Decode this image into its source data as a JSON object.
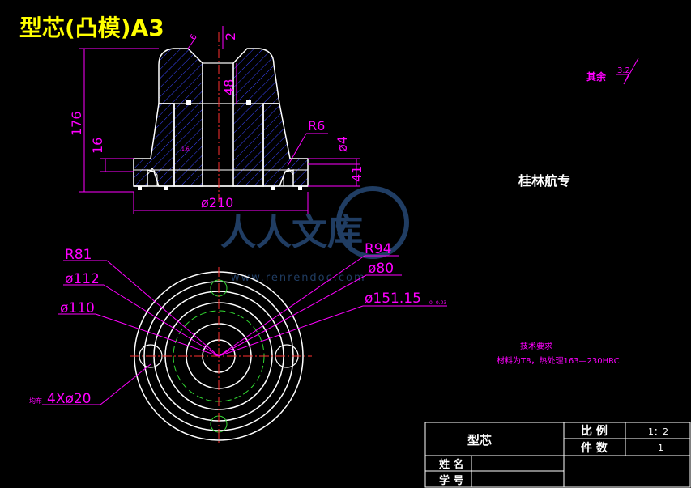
{
  "drawing": {
    "title": "型芯(凸模)A3",
    "remainder_label": "其余",
    "remainder_roughness": "3.2",
    "school": "桂林航专",
    "watermark": {
      "brand": "人人文库",
      "url": "www.renrendoc.com"
    },
    "front_view_dims": {
      "top_gap": "2",
      "top_chamfer": "6",
      "height_total": "176",
      "height_step": "16",
      "inner_depth": "48",
      "radius_r6": "R6",
      "dia_small": "ø4",
      "height_bottom": "41",
      "base_diameter": "ø210",
      "roughness_inner": "1.6"
    },
    "top_view_dims": {
      "r81": "R81",
      "d112": "ø112",
      "d110": "ø110",
      "r94": "R94",
      "d80": "ø80",
      "d151": "ø151.15",
      "d151_tol": "0 -0.03",
      "holes_prefix": "均布",
      "holes": "4Xø20"
    },
    "tech_requirements": {
      "heading": "技术要求",
      "text": "材料为T8，热处理163—230HRC"
    }
  },
  "title_block": {
    "part_name": "型芯",
    "scale_label": "比 例",
    "scale_value": "1：2",
    "count_label": "件 数",
    "count_value": "1",
    "name_label": "姓 名",
    "id_label": "学 号"
  }
}
